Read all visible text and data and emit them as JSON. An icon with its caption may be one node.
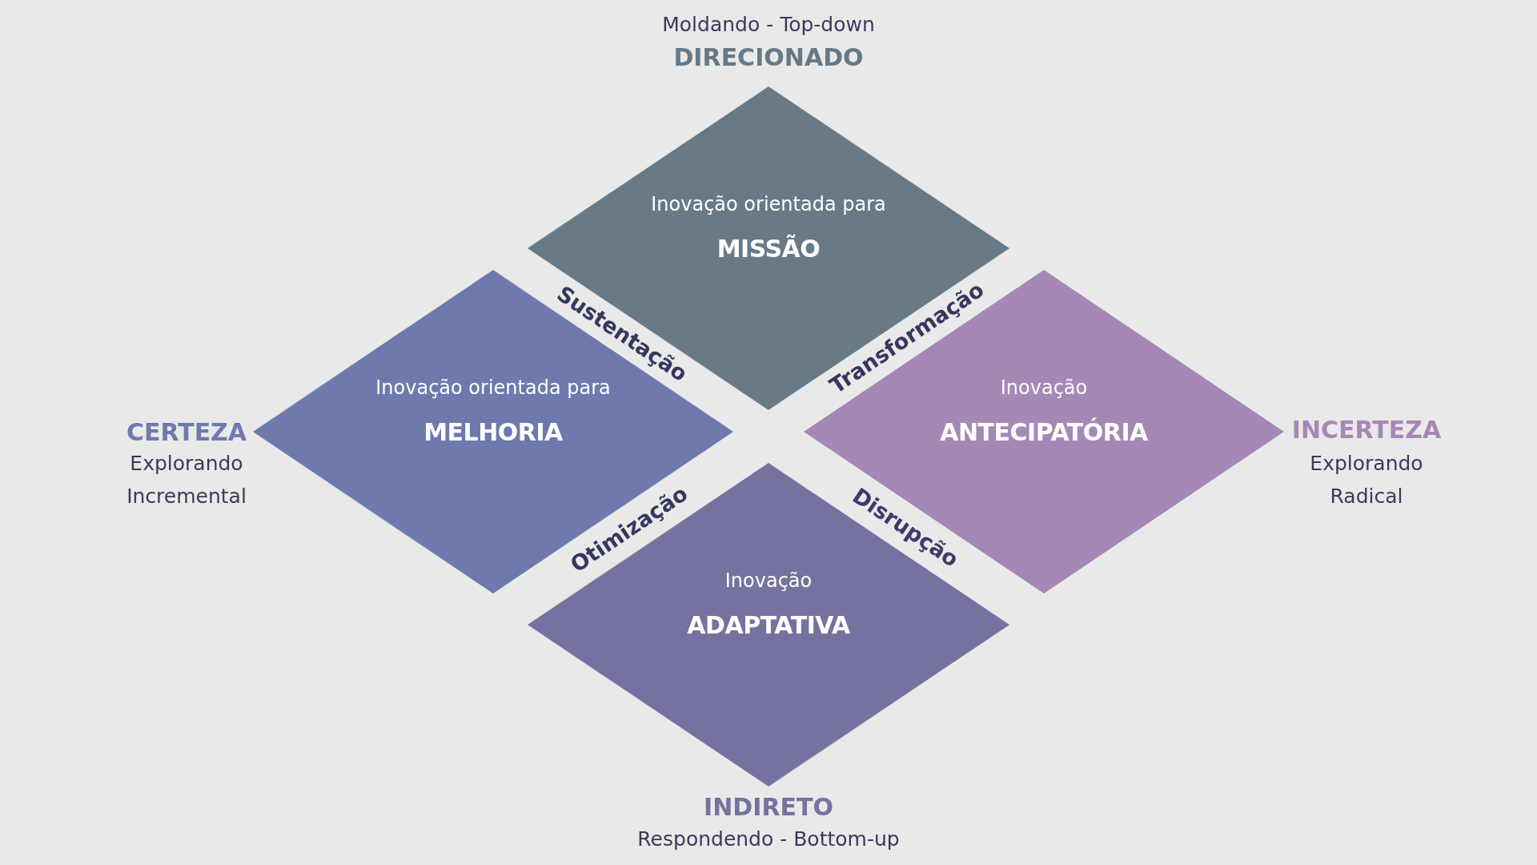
{
  "diagram": {
    "nodes": [
      {
        "text": [
          "Inovação orientada para",
          "MISSÃO"
        ]
      },
      {
        "text": [
          "Inovação orientada para",
          "MELHORIA"
        ]
      },
      {
        "text": [
          "Inovação",
          "ANTECIPATÓRIA"
        ]
      },
      {
        "text": [
          "Inovação",
          "ADAPTATIVA"
        ]
      }
    ],
    "labels": [
      "Moldando - Top-down",
      "DIRECIONADO",
      "Sustentação",
      "Transformação",
      "CERTEZA",
      "Explorando Incremental",
      "INCERTEZA",
      "Explorando Radical",
      "Otimização",
      "Disrupção",
      "INDIRETO",
      "Respondendo - Bottom-up"
    ]
  }
}
